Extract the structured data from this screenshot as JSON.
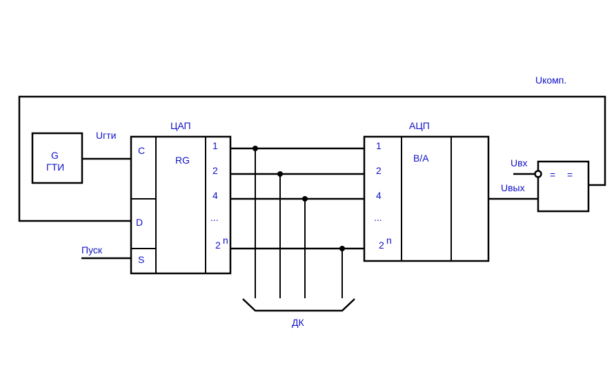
{
  "diagram": {
    "gti_block": {
      "line1": "G",
      "line2": "ГТИ"
    },
    "dac_block": {
      "title": "ЦАП",
      "c_label": "C",
      "d_label": "D",
      "s_label": "S",
      "rg_label": "RG",
      "outputs": {
        "o1": "1",
        "o2": "2",
        "o4": "4",
        "dots": "...",
        "o2n": "2",
        "sup": "n"
      }
    },
    "adc_block": {
      "title": "АЦП",
      "ba_label": "В/А",
      "inputs": {
        "i1": "1",
        "i2": "2",
        "i4": "4",
        "dots": "...",
        "i2n": "2",
        "sup": "n"
      }
    },
    "comparator": {
      "eq1": "=",
      "eq2": "="
    },
    "signals": {
      "u_gti": "Uгти",
      "pusk": "Пуск",
      "u_vx": "Uвх",
      "u_vyx": "Uвых",
      "u_komp": "Uкомп.",
      "dk": "ДК"
    },
    "colors": {
      "text": "#1010c8",
      "line": "#000000"
    }
  }
}
